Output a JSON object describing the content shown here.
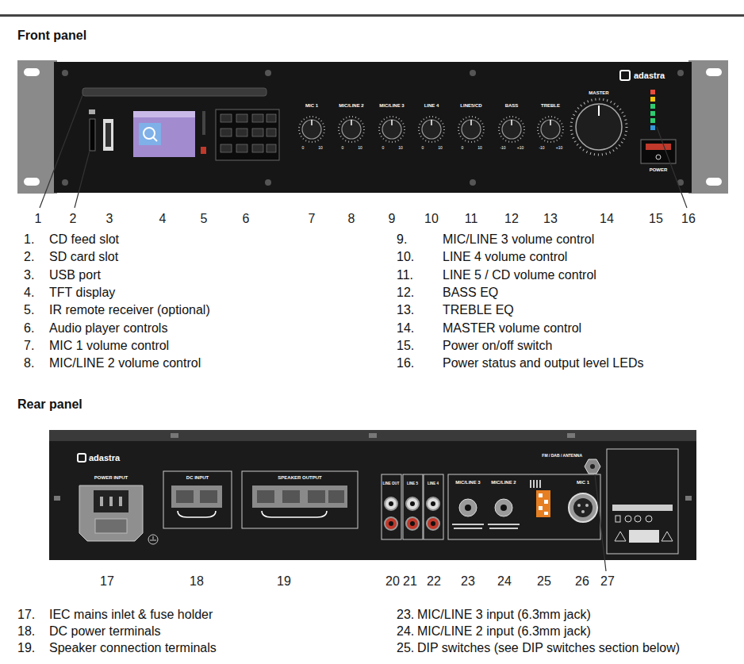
{
  "diagram": {
    "labels": [
      "Front panel",
      "adastra",
      "MIC 1",
      "MIC/LINE 2",
      "MIC/LINE 3",
      "LINE 4",
      "LINE5/CD",
      "BASS",
      "TREBLE",
      "0",
      "10",
      "0",
      "10",
      "0",
      "10",
      "0",
      "10",
      "0",
      "10",
      "-10",
      "+10",
      "-10",
      "+10",
      "MASTER",
      "POWER",
      "1",
      "2",
      "3",
      "4",
      "5",
      "6",
      "7",
      "8",
      "9",
      "10",
      "11",
      "12",
      "13",
      "14",
      "15",
      "16",
      "1.",
      "CD feed slot",
      "2.",
      "SD card slot",
      "3.",
      "USB port",
      "4.",
      "TFT display",
      "5.",
      "IR remote receiver (optional)",
      "6.",
      "Audio player controls",
      "7.",
      "MIC 1 volume control",
      "8.",
      "MIC/LINE 2 volume control",
      "9.",
      "MIC/LINE 3 volume control",
      "10.",
      "LINE 4 volume control",
      "11.",
      "LINE 5 / CD volume control",
      "12.",
      "BASS EQ",
      "13.",
      "TREBLE EQ",
      "14.",
      "MASTER volume control",
      "15.",
      "Power on/off switch",
      "16.",
      "Power status and output level LEDs",
      "Rear panel",
      "adastra",
      "POWER INPUT",
      "DC INPUT",
      "SPEAKER OUTPUT",
      "LINE OUT",
      "LINE 5",
      "LINE 4",
      "MIC/LINE 3",
      "MIC/LINE 2",
      "MIC 1",
      "FM / DAB / ANTENNA",
      "17",
      "18",
      "19",
      "20",
      "21",
      "22",
      "23",
      "24",
      "25",
      "26",
      "27",
      "17.",
      "IEC mains inlet & fuse holder",
      "18.",
      "DC power terminals",
      "19.",
      "Speaker connection terminals",
      "23.",
      "MIC/LINE 3 input (6.3mm jack)",
      "24.",
      "MIC/LINE 2 input (6.3mm jack)",
      "25.",
      "DIP switches (see DIP switches section below)"
    ]
  }
}
